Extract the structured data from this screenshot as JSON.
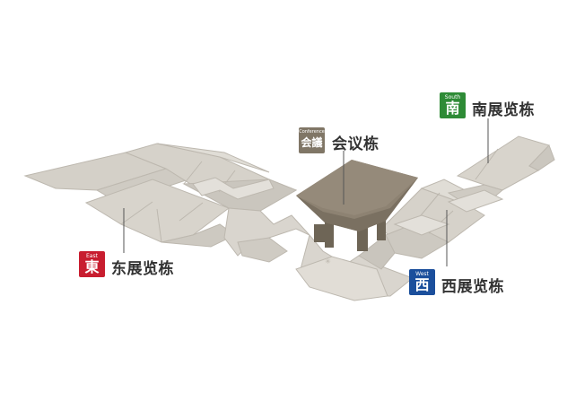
{
  "colors": {
    "east": "#c81d2f",
    "south": "#2e8b36",
    "west": "#1b4f9c",
    "conference": "#807666",
    "building": "#d6d2ca",
    "building_dark": "#c4bfb6",
    "conference_roof": "#8d8272",
    "label_text": "#333333"
  },
  "halls": {
    "east": {
      "badge_en": "East",
      "badge_zh": "東",
      "label": "东展览栋"
    },
    "south": {
      "badge_en": "South",
      "badge_zh": "南",
      "label": "南展览栋"
    },
    "west": {
      "badge_en": "West",
      "badge_zh": "西",
      "label": "西展览栋"
    },
    "conference": {
      "badge_en": "Conference",
      "badge_zh": "会議",
      "label": "会议栋"
    }
  }
}
